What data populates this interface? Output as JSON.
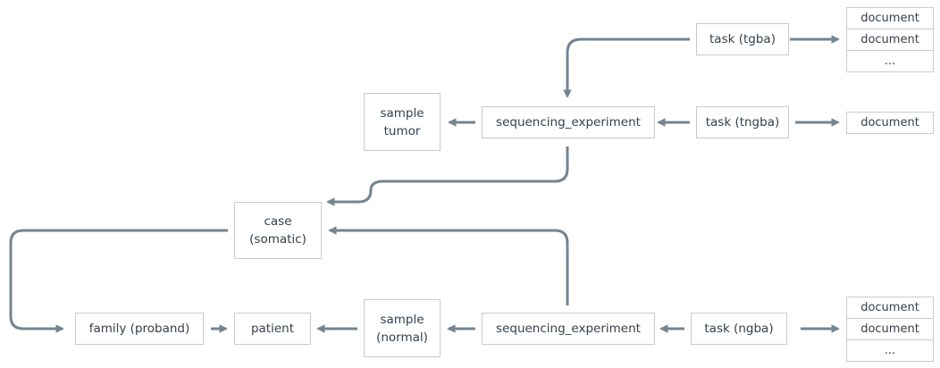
{
  "nodes": {
    "task_tgba": "task (tgba)",
    "task_tngba": "task (tngba)",
    "task_ngba": "task (ngba)",
    "seq_exp_tumor": "sequencing_experiment",
    "seq_exp_normal": "sequencing_experiment",
    "sample_tumor": [
      "sample",
      "tumor"
    ],
    "sample_normal": [
      "sample",
      "(normal)"
    ],
    "case_somatic": [
      "case",
      "(somatic)"
    ],
    "family_proband": "family (proband)",
    "patient": "patient"
  },
  "documents": {
    "tgba": [
      "document",
      "document",
      "..."
    ],
    "tngba": [
      "document"
    ],
    "ngba": [
      "document",
      "document",
      "..."
    ]
  },
  "colors": {
    "arrow": "#748491",
    "border": "#c3ccd6",
    "text": "#33404d"
  }
}
